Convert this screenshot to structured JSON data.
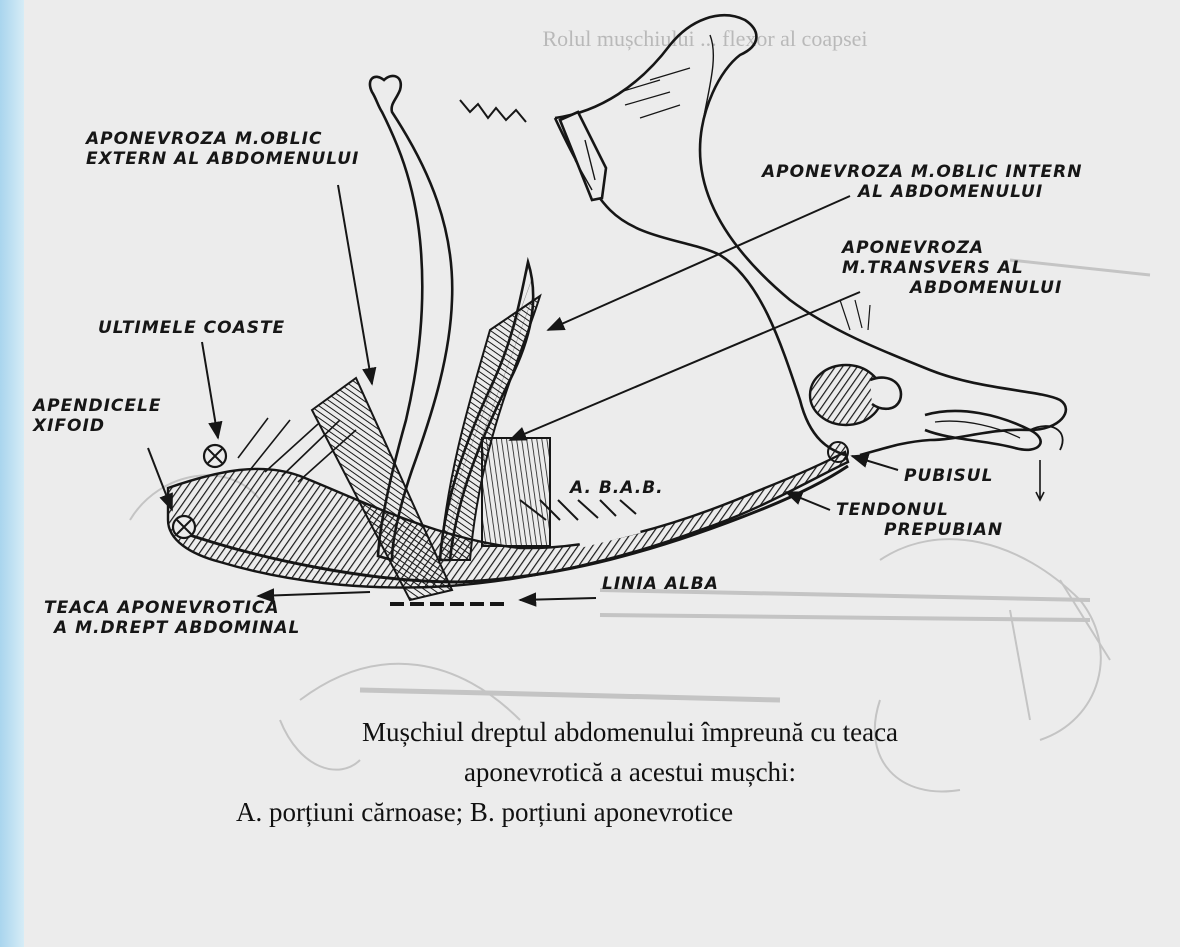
{
  "header_bleed": "Rolul mușchiului ... flexor al coapsei",
  "labels": {
    "aponevroza_oblic_extern": [
      "APONEVROZA M.OBLIC",
      "EXTERN AL ABDOMENULUI"
    ],
    "aponevroza_oblic_intern": [
      "APONEVROZA M.OBLIC INTERN",
      "AL ABDOMENULUI"
    ],
    "aponevroza_transvers": [
      "APONEVROZA",
      "M.TRANSVERS AL",
      "ABDOMENULUI"
    ],
    "ultimele_coaste": "ULTIMELE COASTE",
    "apendicele_xifoid": [
      "APENDICELE",
      "XIFOID"
    ],
    "aab": "A. B.A.B.",
    "pubisul": "PUBISUL",
    "tendonul_prepubian": [
      "TENDONUL",
      "PREPUBIAN"
    ],
    "linia_alba": "LINIA ALBA",
    "teaca_aponevrotica": [
      "TEACA APONEVROTICA",
      "A M.DREPT ABDOMINAL"
    ]
  },
  "caption": {
    "line1": "Mușchiul dreptul abdomenului împreună cu teaca",
    "line2": "aponevrotică a acestui mușchi:",
    "line3": "A. porțiuni cărnoase; B. porțiuni aponevrotice"
  },
  "colors": {
    "ink": "#161616",
    "paper": "#ececec",
    "bleed": "#bcbcbc",
    "edge_band": "#a9d5ee"
  }
}
